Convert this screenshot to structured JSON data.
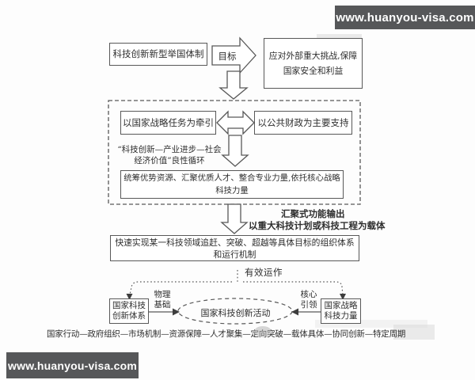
{
  "colors": {
    "line": "#585858",
    "text": "#2e2e2e",
    "watermark_bg": "#565759",
    "watermark_text": "#ffffff",
    "background": "#fdfdfd"
  },
  "watermarks": {
    "top": "www.huanyou-visa.com",
    "bottom": "www.huanyou-visa.com"
  },
  "flow": {
    "root": "科技创新新型举国体制",
    "goal_label": "目标",
    "challenge": {
      "line1": "应对外部重大挑战,保障",
      "line2": "国家安全和利益"
    },
    "strategy_task": "以国家战略任务为牵引",
    "public_finance": "以公共财政为主要支持",
    "cycle": {
      "line1": "“科技创新—产业进步—社会",
      "line2": "经济价值”良性循环"
    },
    "coordinate": {
      "line1": "统筹优势资源、汇聚优质人才、整合专业力量,依托核心战略",
      "line2": "科技力量"
    },
    "output_note": {
      "line1": "汇聚式功能输出",
      "line2": "以重大科技计划或科技工程为载体"
    },
    "org_system": {
      "line1": "快速实现某一科技领域追赶、突破、超越等具体目标的组织体系",
      "line2": "和运行机制"
    },
    "effective_label": "有效运作",
    "innovation_system": {
      "line1": "国家科技",
      "line2": "创新体系"
    },
    "physical_basis": {
      "line1": "物理",
      "line2": "基础"
    },
    "activity": "国家科技创新活动",
    "core_lead": {
      "line1": "核心",
      "line2": "引领"
    },
    "strategic_force": {
      "line1": "国家战略",
      "line2": "科技力量"
    },
    "caption": "国家行动—政府组织—市场机制—资源保障—人才聚集—定向突破—载体具体—协同创新—特定周期"
  }
}
